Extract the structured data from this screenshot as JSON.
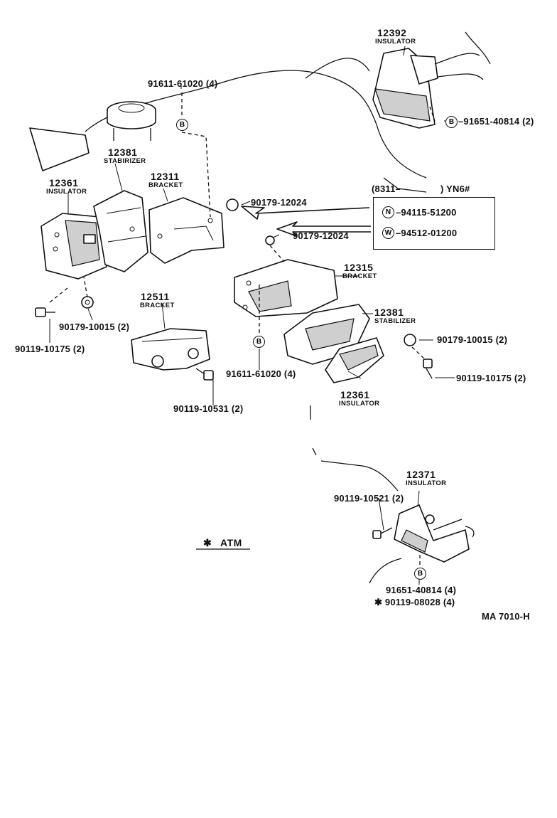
{
  "diagram": {
    "drawing_code": "MA 7010-H",
    "legend_atm": {
      "symbol": "✱",
      "text": "ATM"
    },
    "yn6_box": {
      "header": "(8311–",
      "header_suffix": ") YN6#",
      "items": [
        {
          "code": "N",
          "part": "–94115-51200"
        },
        {
          "code": "W",
          "part": "–94512-01200"
        }
      ]
    },
    "code_b": "B",
    "parts": {
      "p12392": {
        "number": "12392",
        "name": "INSULATOR"
      },
      "p12381_l": {
        "number": "12381",
        "name": "STABIRIZER"
      },
      "p12311": {
        "number": "12311",
        "name": "BRACKET"
      },
      "p12361_l": {
        "number": "12361",
        "name": "INSULATOR"
      },
      "p12511": {
        "number": "12511",
        "name": "BRACKET"
      },
      "p12315": {
        "number": "12315",
        "name": "BRACKET"
      },
      "p12381_r": {
        "number": "12381",
        "name": "STABILIZER"
      },
      "p12361_r": {
        "number": "12361",
        "name": "INSULATOR"
      },
      "p12371": {
        "number": "12371",
        "name": "INSULATOR"
      }
    },
    "fasteners": {
      "f91611_top": "91611-61020 (4)",
      "f91651_top": "–91651-40814 (2)",
      "f90179_12024_a": "90179-12024",
      "f90179_12024_b": "90179-12024",
      "f90179_10015_l": "90179-10015 (2)",
      "f90119_10175_l": "90119-10175 (2)",
      "f90119_10531": "90119-10531 (2)",
      "f91611_mid": "91611-61020 (4)",
      "f90179_10015_r": "90179-10015 (2)",
      "f90119_10175_r": "90119-10175 (2)",
      "f90119_10521": "90119-10521 (2)",
      "f91651_bot": "91651-40814 (4)",
      "f90119_08028": "✱ 90119-08028 (4)"
    }
  }
}
